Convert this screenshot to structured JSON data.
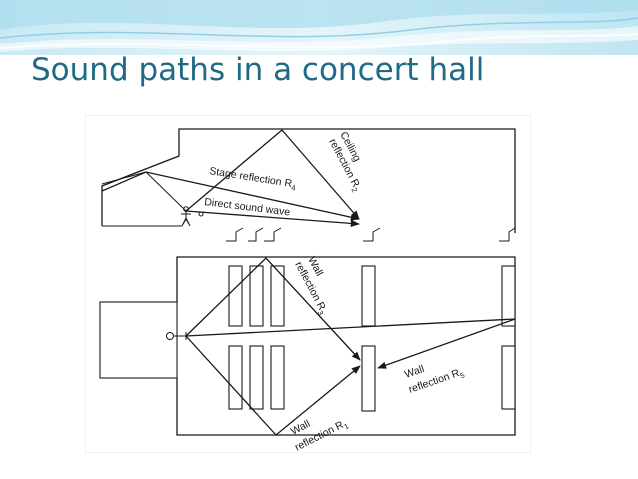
{
  "slide": {
    "title": "Sound paths in a concert hall"
  },
  "colors": {
    "title": "#1f6a85",
    "banner_light": "#dff2f8",
    "banner_mid": "#a9dcee",
    "diagram_ink": "#1a1a1a"
  },
  "diagram": {
    "section_view": {
      "labels": {
        "ceiling": "Ceiling",
        "ceiling_reflection": "reflection R",
        "ceiling_sub": "2",
        "stage": "Stage reflection R",
        "stage_sub": "4",
        "direct": "Direct sound wave"
      }
    },
    "plan_view": {
      "labels": {
        "wall_r3_a": "Wall",
        "wall_r3_b": "reflection R",
        "wall_r3_sub": "3",
        "wall_r5_a": "Wall",
        "wall_r5_b": "reflection R",
        "wall_r5_sub": "5",
        "wall_r1_a": "Wall",
        "wall_r1_b": "reflection R",
        "wall_r1_sub": "1"
      }
    }
  }
}
